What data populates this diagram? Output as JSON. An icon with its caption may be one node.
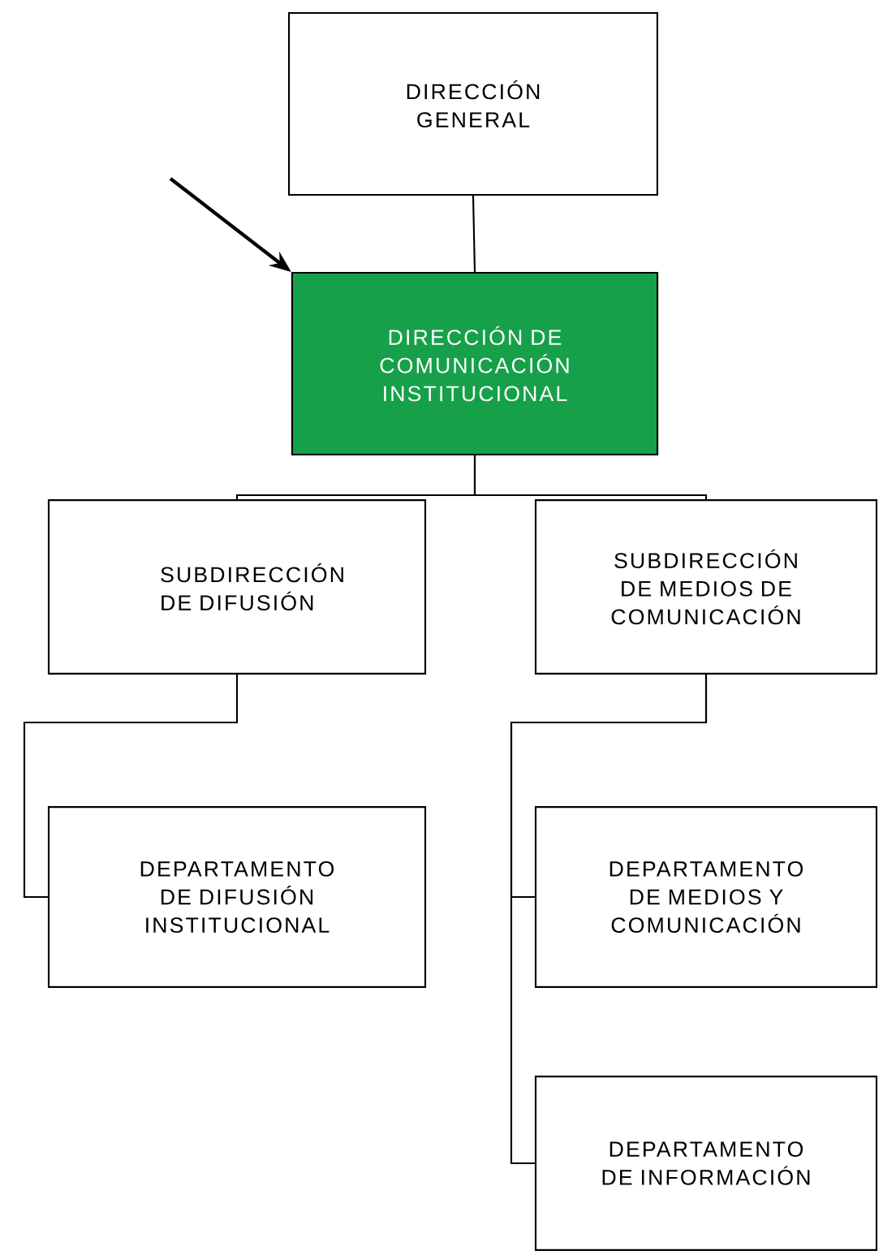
{
  "diagram": {
    "nodes": [
      {
        "text": [
          "DIRECCIÓN GENERAL"
        ]
      },
      {
        "text": [
          "DIRECCIÓN DE COMUNICACIÓN INSTITUCIONAL"
        ]
      },
      {
        "text": [
          "SUBDIRECCIÓN DE DIFUSIÓN"
        ]
      },
      {
        "text": [
          "SUBDIRECCIÓN DE MEDIOS DE COMUNICACIÓN"
        ]
      },
      {
        "text": [
          "DEPARTAMENTO DE DIFUSIÓN INSTITUCIONAL"
        ]
      },
      {
        "text": [
          "DEPARTAMENTO DE MEDIOS Y COMUNICACIÓN"
        ]
      },
      {
        "text": [
          "DEPARTAMENTO DE INFORMACIÓN"
        ]
      }
    ],
    "edges": [
      {
        "from": null,
        "to": 1,
        "arrow": "to"
      },
      {
        "from": 0,
        "to": 1,
        "arrow": "none"
      },
      {
        "from": 1,
        "to": 2,
        "arrow": "none"
      },
      {
        "from": 1,
        "to": 3,
        "arrow": "none"
      },
      {
        "from": 2,
        "to": 4,
        "arrow": "none"
      },
      {
        "from": 3,
        "to": 5,
        "arrow": "none"
      },
      {
        "from": 3,
        "to": 6,
        "arrow": "none"
      }
    ]
  }
}
